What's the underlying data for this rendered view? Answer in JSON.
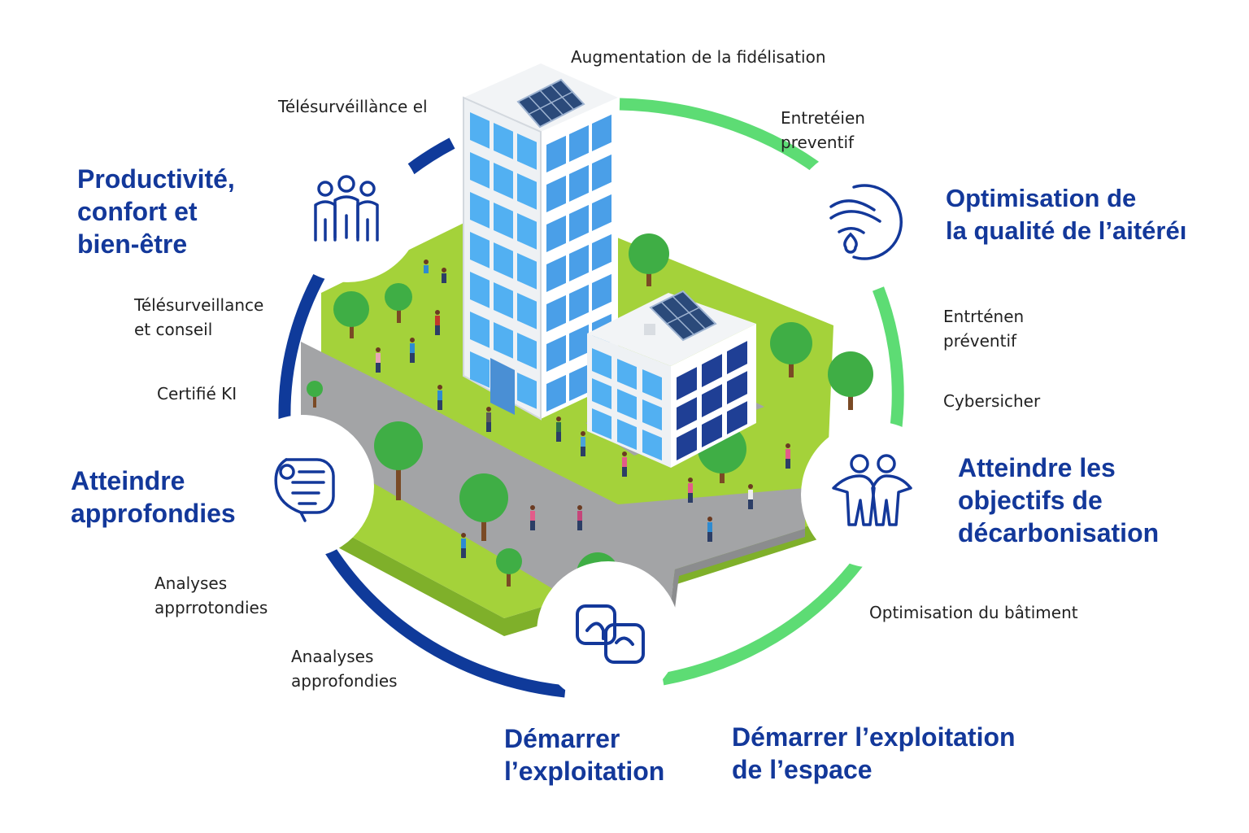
{
  "colors": {
    "navy": "#0f3a9a",
    "green": "#5ddc74",
    "lawn": "#a4d23a",
    "path": "#a3a4a6",
    "glass": "#52b0f2"
  },
  "top_caption": "Augmentation de la fidélisation",
  "small_labels": {
    "telesurv_top": "Télésurvéillànce el",
    "entretien_top": [
      "Entretéien",
      "preventif"
    ],
    "telesurv_left": [
      "Télésurveillance",
      "et conseil"
    ],
    "certifie": "Certifié KI",
    "entretien_right": [
      "Entrténen",
      "préventif"
    ],
    "cybersicher": "Cybersicher",
    "optim_batiment": "Optimisation du bâtiment",
    "analyses_1": [
      "Analyses",
      "apprrotondies"
    ],
    "analyses_2": [
      "Anaalyses",
      "approfondies"
    ]
  },
  "titles": {
    "productivite": [
      "Productivité,",
      "confort et",
      "bien-être"
    ],
    "qualite_air": [
      "Optimisation de",
      "la qualité de l’aitéréı"
    ],
    "approfondies": [
      "Atteindre",
      "approfondies"
    ],
    "decarbonisation": [
      "Atteindre les",
      "objectifs de",
      "décarbonisation"
    ],
    "demarrer": [
      "Démarrer",
      "l’exploitation"
    ],
    "demarrer_espace": [
      "Démarrer l’exploitation",
      "de l’espace"
    ]
  },
  "icons": [
    "people-group-icon",
    "air-drop-icon",
    "document-chat-icon",
    "two-persons-icon",
    "linked-chains-icon"
  ]
}
